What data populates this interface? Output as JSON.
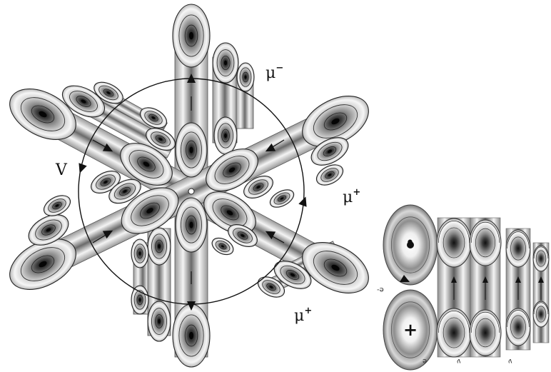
{
  "labels": {
    "mu_top": {
      "symbol": "μ",
      "charge": "−"
    },
    "mu_right": {
      "symbol": "μ",
      "charge": "+"
    },
    "mu_bottom": {
      "symbol": "μ",
      "charge": "+"
    },
    "velocity": "V"
  },
  "inset": {
    "top_sphere_symbol": "•",
    "bottom_sphere_symbol": "+",
    "left_mark": "e-",
    "bottom_mark_1": "e",
    "bottom_mark_2": "ν",
    "bottom_mark_3": "ν"
  },
  "colors": {
    "ink": "#111111",
    "tube_dark": "#6e6e6e",
    "tube_light": "#f2f2f2",
    "background": "#ffffff"
  }
}
